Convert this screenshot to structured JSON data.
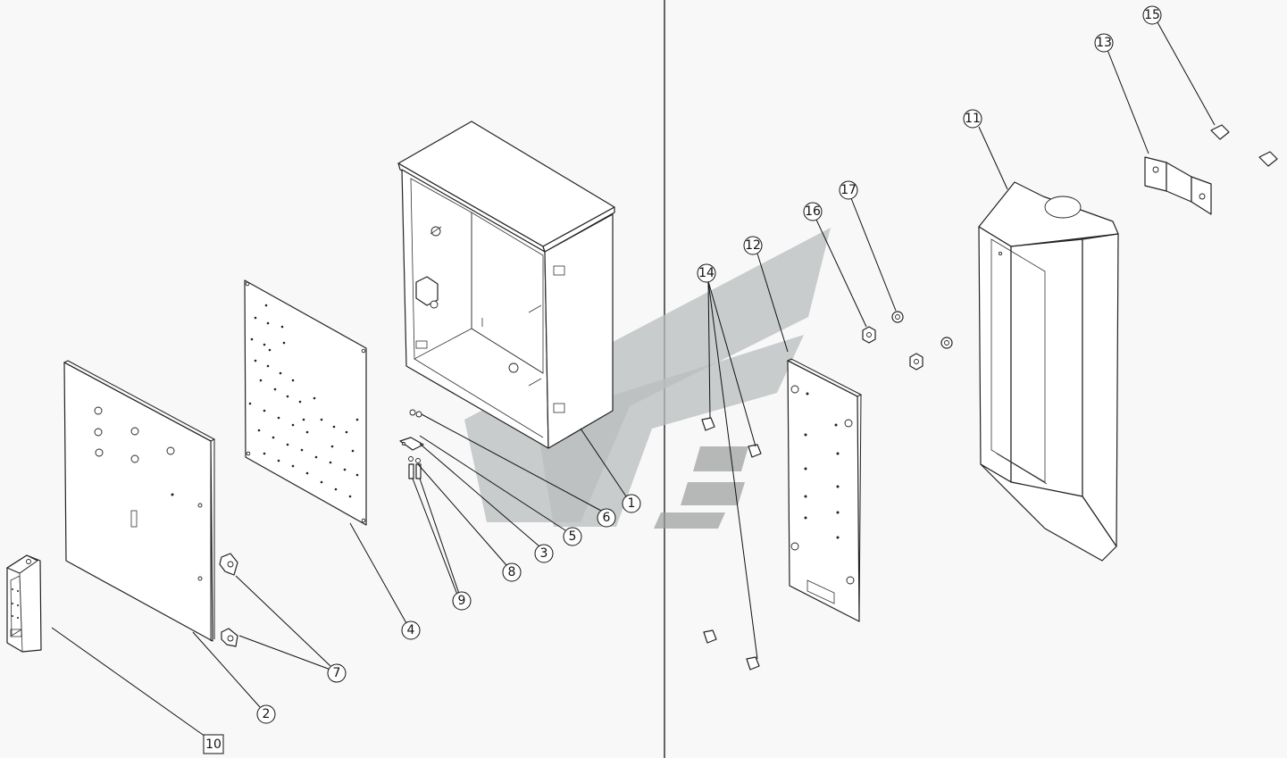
{
  "diagram": {
    "balloons": [
      {
        "id": "1",
        "label": "1"
      },
      {
        "id": "2",
        "label": "2"
      },
      {
        "id": "3",
        "label": "3"
      },
      {
        "id": "4",
        "label": "4"
      },
      {
        "id": "5",
        "label": "5"
      },
      {
        "id": "6",
        "label": "6"
      },
      {
        "id": "7",
        "label": "7"
      },
      {
        "id": "8",
        "label": "8"
      },
      {
        "id": "9",
        "label": "9"
      },
      {
        "id": "10",
        "label": "10"
      },
      {
        "id": "11",
        "label": "11"
      },
      {
        "id": "12",
        "label": "12"
      },
      {
        "id": "13",
        "label": "13"
      },
      {
        "id": "14",
        "label": "14"
      },
      {
        "id": "15",
        "label": "15"
      },
      {
        "id": "16",
        "label": "16"
      },
      {
        "id": "17",
        "label": "17"
      }
    ]
  }
}
